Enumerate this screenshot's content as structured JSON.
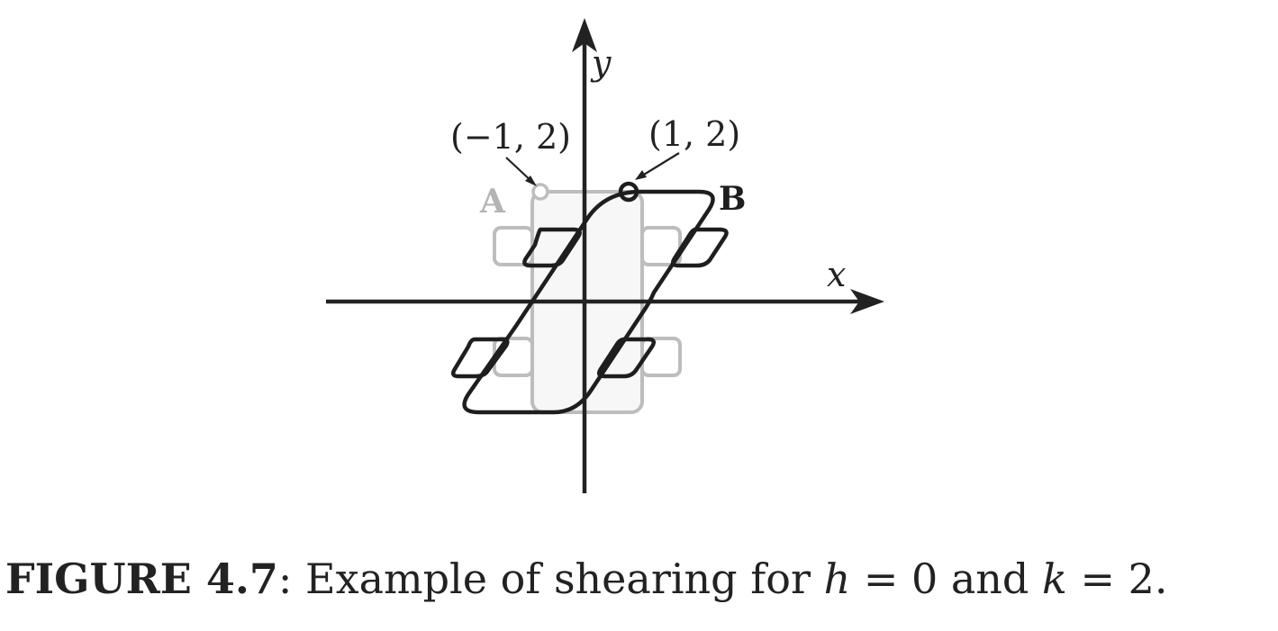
{
  "diagram": {
    "axis_x_label": "x",
    "axis_y_label": "y",
    "point_left_label": "(−1, 2)",
    "point_right_label": "(1, 2)",
    "shape_original_label": "A",
    "shape_sheared_label": "B",
    "colors": {
      "axes": "#222222",
      "original_shape": "#bdbdbd",
      "original_fill": "#f7f7f7",
      "sheared_shape": "#1e1e1e",
      "shape_a_label": "#b4b4b4"
    }
  },
  "caption": {
    "figure_number": "FIGURE 4.7",
    "text_before_h": ": Example of shearing for ",
    "var_h": "h",
    "text_h_eq": " = 0 and ",
    "var_k": "k",
    "text_k_eq": " = 2."
  }
}
